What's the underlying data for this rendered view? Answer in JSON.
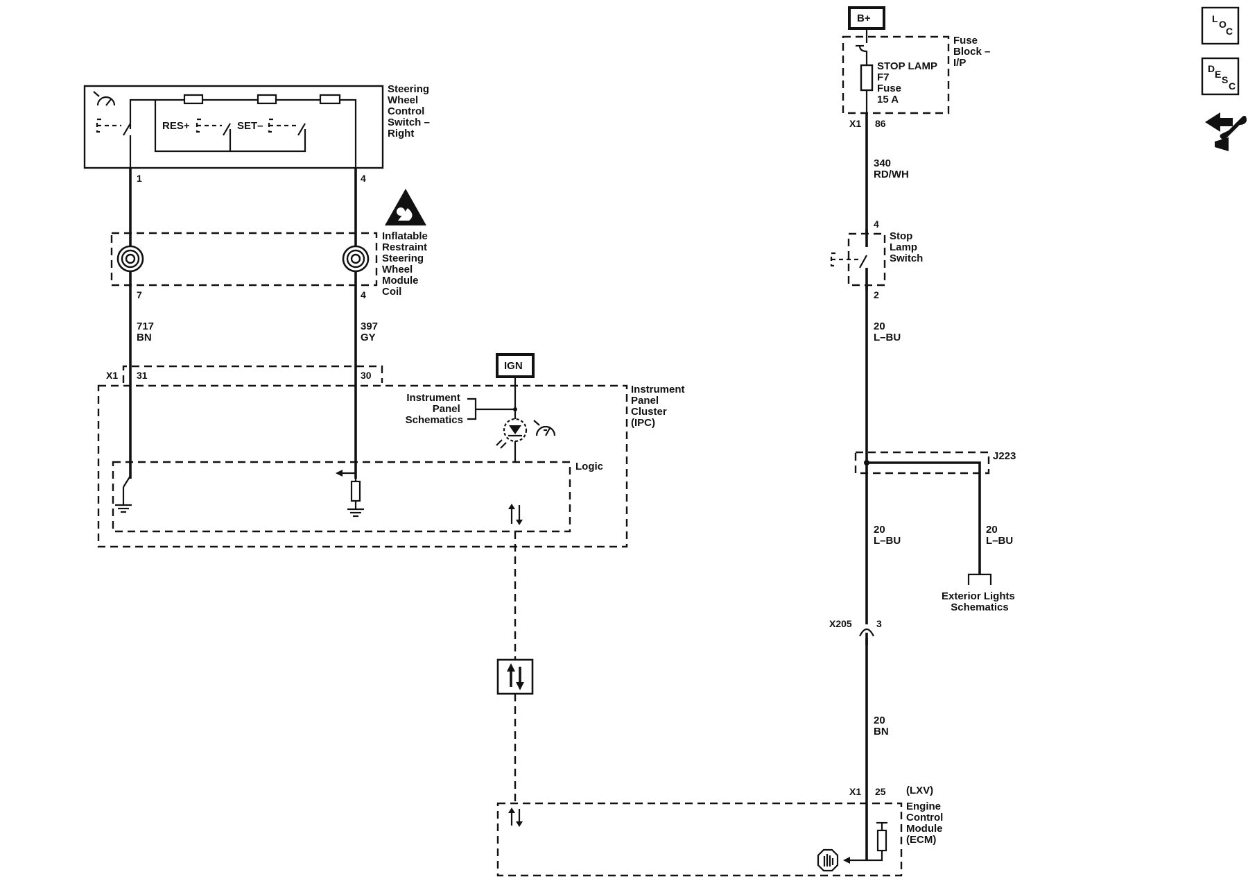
{
  "sources": {
    "battery": "B+",
    "ignition": "IGN"
  },
  "fuse_block": {
    "title_lines": [
      "Fuse",
      "Block –",
      "I/P"
    ],
    "fuse_lines": [
      "STOP LAMP",
      "F7",
      "Fuse",
      "15 A"
    ],
    "connector": "X1",
    "pin": "86"
  },
  "steering_switch": {
    "title_lines": [
      "Steering",
      "Wheel",
      "Control",
      "Switch –",
      "Right"
    ],
    "res_label": "RES+",
    "set_label": "SET–",
    "pin_left": "1",
    "pin_right": "4"
  },
  "coil": {
    "title_lines": [
      "Inflatable",
      "Restraint",
      "Steering",
      "Wheel",
      "Module",
      "Coil"
    ],
    "pin_left": "7",
    "pin_right": "4"
  },
  "wires": {
    "w717": {
      "circuit": "717",
      "color": "BN"
    },
    "w397": {
      "circuit": "397",
      "color": "GY"
    },
    "w340": {
      "circuit": "340",
      "color": "RD/WH"
    },
    "w20_a": {
      "circuit": "20",
      "color": "L–BU"
    },
    "w20_b": {
      "circuit": "20",
      "color": "L–BU"
    },
    "w20_c": {
      "circuit": "20",
      "color": "L–BU"
    },
    "w20_d": {
      "circuit": "20",
      "color": "BN"
    }
  },
  "ipc": {
    "title_lines": [
      "Instrument",
      "Panel",
      "Cluster",
      "(IPC)"
    ],
    "connector": "X1",
    "pin_left": "31",
    "pin_right": "30",
    "logic_label": "Logic",
    "ref_lines": [
      "Instrument",
      "Panel",
      "Schematics"
    ]
  },
  "stop_lamp_switch": {
    "title_lines": [
      "Stop",
      "Lamp",
      "Switch"
    ],
    "pin_top": "4",
    "pin_bottom": "2"
  },
  "splice": {
    "label": "J223"
  },
  "exterior_ref": {
    "lines": [
      "Exterior Lights",
      "Schematics"
    ]
  },
  "inline_connector": {
    "label": "X205",
    "pin": "3"
  },
  "ecm": {
    "title_lines": [
      "(LXV)",
      "Engine",
      "Control",
      "Module",
      "(ECM)"
    ],
    "connector": "X1",
    "pin": "25"
  },
  "side_icons": {
    "loc": [
      "L",
      "O",
      "C"
    ],
    "desc": [
      "D",
      "E",
      "S",
      "C"
    ],
    "icon_name": "wrench-arrows-icon"
  }
}
